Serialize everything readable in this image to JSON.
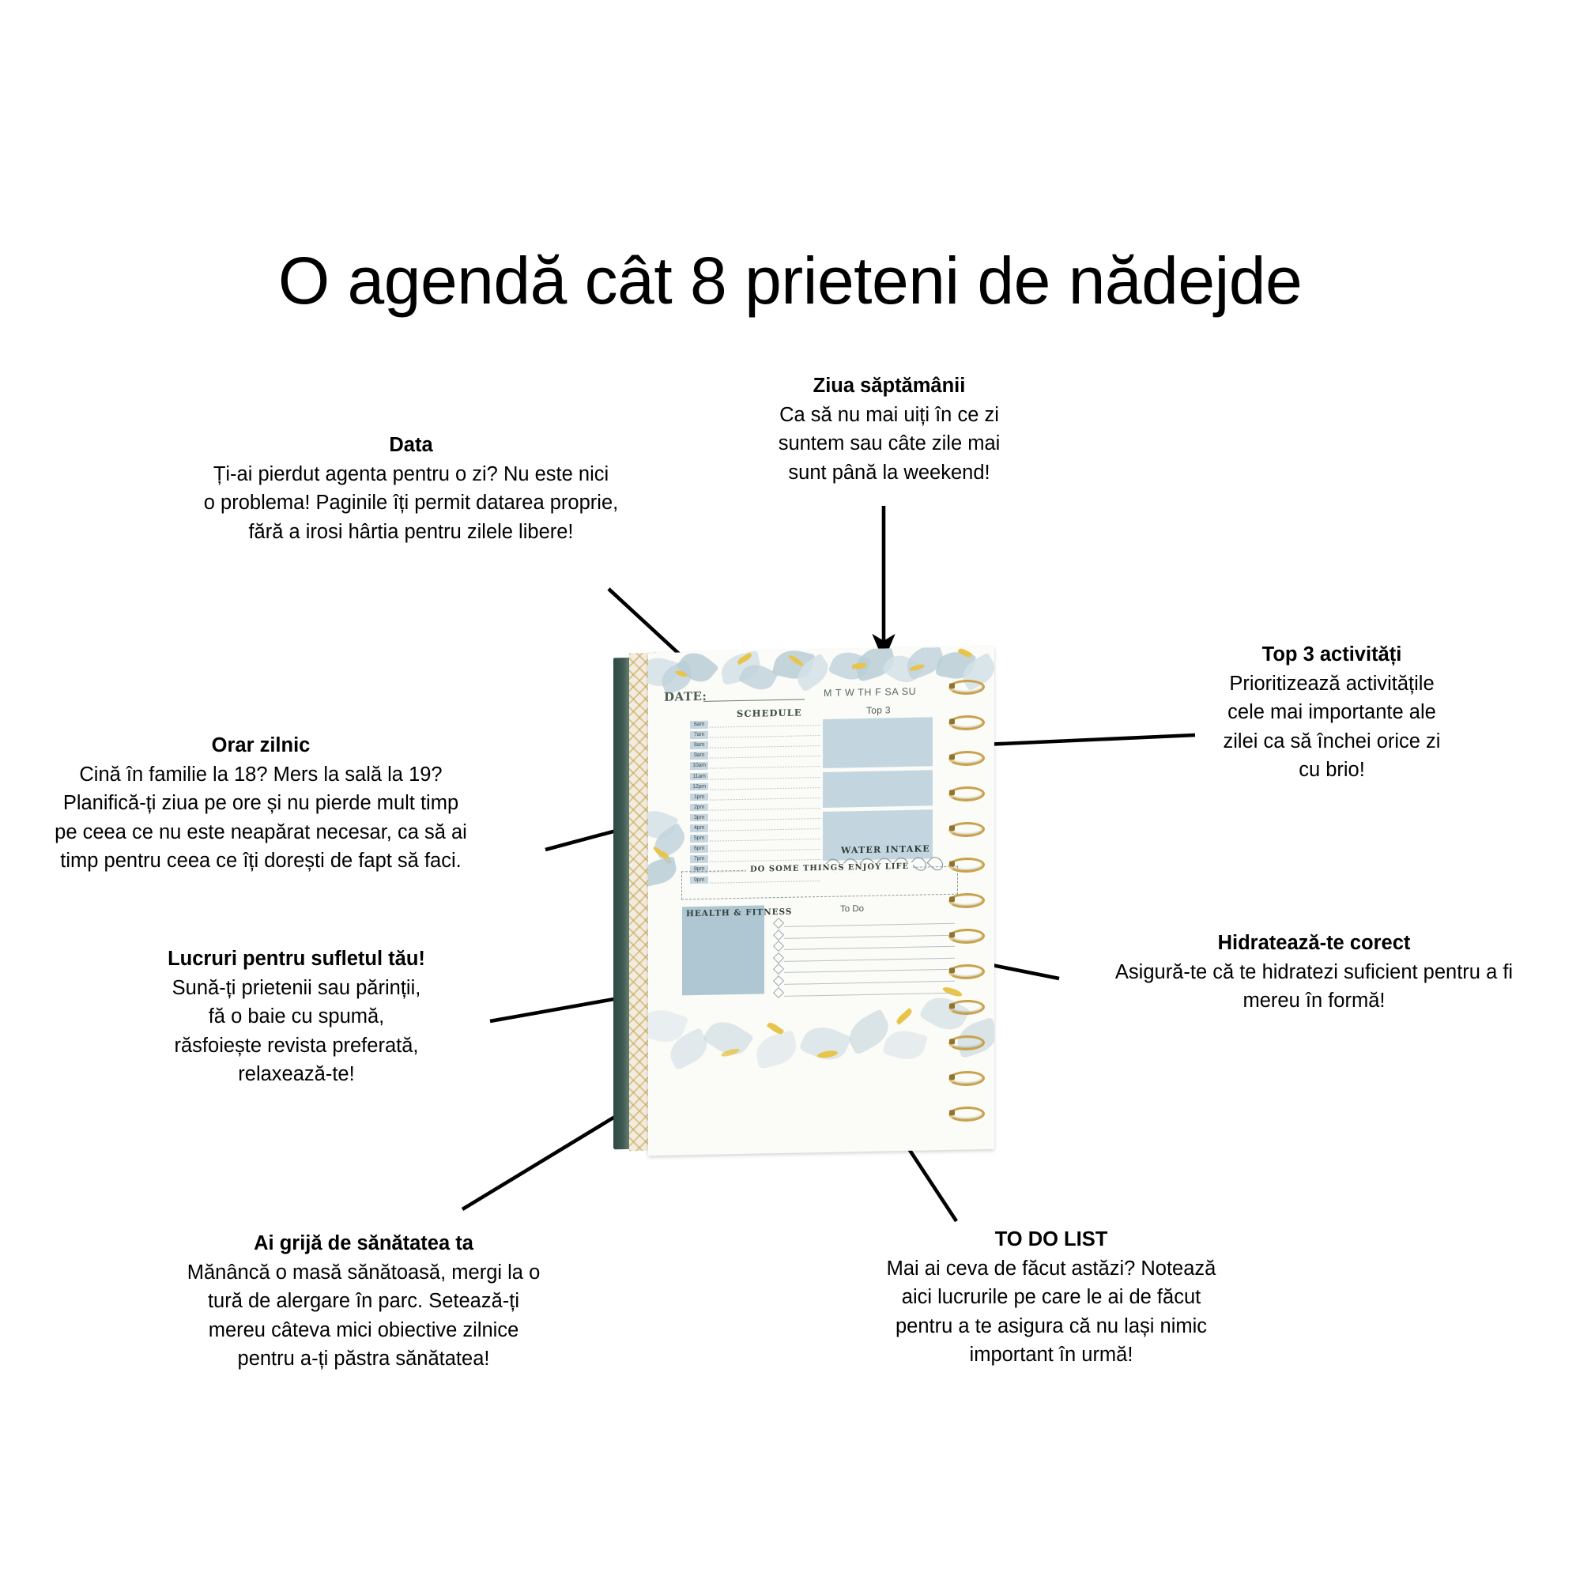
{
  "title": "O agendă cât 8 prieteni de nădejde",
  "annotations": [
    {
      "key": "data",
      "title": "Data",
      "lines": [
        "Ți-ai pierdut agenta pentru o zi? Nu este nici",
        "o problema! Paginile îți permit datarea proprie,",
        "fără a irosi hârtia pentru zilele libere!"
      ]
    },
    {
      "key": "ziua_saptamanii",
      "title": "Ziua săptămânii",
      "lines": [
        "Ca să nu mai uiți în ce zi",
        "suntem sau câte zile mai",
        "sunt până la weekend!"
      ]
    },
    {
      "key": "top3",
      "title": "Top 3 activități",
      "lines": [
        "Prioritizează activitățile",
        "cele mai importante ale",
        "zilei ca să închei orice zi",
        "cu brio!"
      ]
    },
    {
      "key": "orar_zilnic",
      "title": "Orar zilnic",
      "lines": [
        "Cină în familie la 18? Mers la sală la 19?",
        "Planifică-ți ziua pe ore și nu pierde mult timp",
        "pe ceea ce nu este neapărat necesar, ca să ai",
        "timp pentru ceea ce îți dorești de fapt să faci."
      ]
    },
    {
      "key": "hidrateaza",
      "title": "Hidratează-te corect",
      "lines": [
        "Asigură-te că te hidratezi suficient pentru a fi",
        "mereu în formă!"
      ]
    },
    {
      "key": "suflet",
      "title": "Lucruri pentru sufletul tău!",
      "lines": [
        "Sună-ți prietenii sau părinții,",
        "fă o baie cu spumă,",
        "răsfoiește revista preferată,",
        "relaxează-te!"
      ]
    },
    {
      "key": "sanatate",
      "title": "Ai grijă de sănătatea ta",
      "lines": [
        "Mănâncă o masă sănătoasă, mergi la o",
        "tură de alergare în parc. Setează-ți",
        "mereu câteva mici obiective zilnice",
        "pentru a-ți păstra sănătatea!"
      ]
    },
    {
      "key": "todo",
      "title": "TO DO LIST",
      "lines": [
        "Mai ai ceva de făcut astăzi? Notează",
        "aici lucrurile pe care le ai de făcut",
        "pentru a te asigura că nu lași nimic",
        "important în urmă!"
      ]
    }
  ],
  "planner": {
    "date_label": "DATE:",
    "days_row": "M T W TH F SA SU",
    "schedule_label": "SCHEDULE",
    "top3_label": "Top 3",
    "water_label": "WATER INTAKE",
    "enjoy_label": "DO SOME THINGS ENJOY LIFE",
    "health_label": "HEALTH & FITNESS",
    "todo_label": "To Do",
    "time_slots": [
      "6am",
      "7am",
      "8am",
      "9am",
      "10am",
      "11am",
      "12pm",
      "1pm",
      "2pm",
      "3pm",
      "4pm",
      "5pm",
      "6pm",
      "7pm",
      "8pm",
      "9pm"
    ],
    "top3_boxes": 3,
    "water_drops": 7,
    "todo_rows": 7
  },
  "colors": {
    "text": "#000000",
    "page_background": "#ffffff",
    "planner_accent_blue": "#c3d6e0",
    "planner_health_blue": "#afc7d2",
    "planner_paper": "#fbfbf7",
    "spiral_gold": "#c8a24a",
    "floral_petal": "#c2d3dd",
    "floral_stamen": "#e8c44b"
  }
}
